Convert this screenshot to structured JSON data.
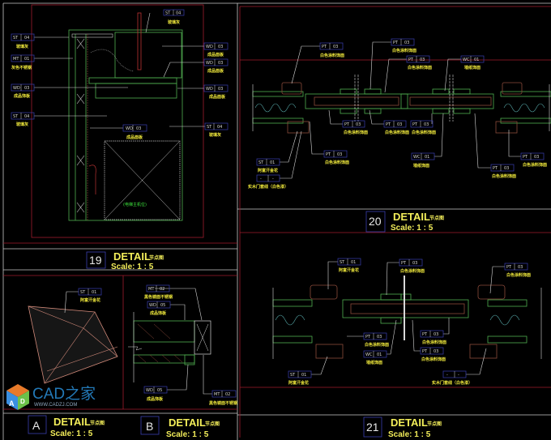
{
  "colors": {
    "background": "#000000",
    "frame": "#c8c8c8",
    "border_red": "#a01c2c",
    "structure_green": "#4fae4f",
    "wood_brown": "#8a4a3a",
    "leader": "#d8d8d8",
    "tag_box": "#3a3fb0",
    "caption_yellow": "#f0e93c",
    "note_green": "#3ee83e"
  },
  "details": [
    {
      "id": "19",
      "title": "DETAIL",
      "subtitle": "节点图",
      "scale": "Scale: 1 : 5"
    },
    {
      "id": "20",
      "title": "DETAIL",
      "subtitle": "节点图",
      "scale": "Scale: 1 : 5"
    },
    {
      "id": "A",
      "title": "DETAIL",
      "subtitle": "节点图",
      "scale": "Scale: 1 : 5"
    },
    {
      "id": "B",
      "title": "DETAIL",
      "subtitle": "节点图",
      "scale": "Scale: 1 : 5"
    },
    {
      "id": "21",
      "title": "DETAIL",
      "subtitle": "节点图",
      "scale": "Scale: 1 : 5"
    }
  ],
  "detail19": {
    "tags": [
      {
        "code": "ST",
        "num": "04",
        "caption": "玻璃灰"
      },
      {
        "code": "ST",
        "num": "04",
        "caption": "玻璃灰"
      },
      {
        "code": "MT",
        "num": "01",
        "caption": "灰色不锈钢"
      },
      {
        "code": "WD",
        "num": "03",
        "caption": "成品饰板"
      },
      {
        "code": "ST",
        "num": "04",
        "caption": "玻璃灰"
      },
      {
        "code": "WD",
        "num": "03",
        "caption": "成品面板"
      },
      {
        "code": "WD",
        "num": "03",
        "caption": "成品面板"
      },
      {
        "code": "WD",
        "num": "03",
        "caption": "成品面板"
      },
      {
        "code": "WD",
        "num": "03",
        "caption": "成品面板"
      },
      {
        "code": "ST",
        "num": "04",
        "caption": "玻璃灰"
      }
    ],
    "note": "(电梯主机位)"
  },
  "detail20": {
    "tags": [
      {
        "code": "PT",
        "num": "03",
        "caption": "白色涂料饰面"
      },
      {
        "code": "PT",
        "num": "03",
        "caption": "白色涂料饰面"
      },
      {
        "code": "PT",
        "num": "03",
        "caption": "白色涂料饰面"
      },
      {
        "code": "WC",
        "num": "01",
        "caption": "墙纸饰面"
      },
      {
        "code": "PT",
        "num": "03",
        "caption": "白色涂料饰面"
      },
      {
        "code": "PT",
        "num": "03",
        "caption": "白色涂料饰面"
      },
      {
        "code": "PT",
        "num": "03",
        "caption": "白色涂料饰面"
      },
      {
        "code": "PT",
        "num": "03",
        "caption": "白色涂料饰面"
      },
      {
        "code": "WC",
        "num": "01",
        "caption": "墙纸饰面"
      },
      {
        "code": "PT",
        "num": "03",
        "caption": "白色涂料饰面"
      },
      {
        "code": "PT",
        "num": "03",
        "caption": "白色涂料饰面"
      },
      {
        "code": "ST",
        "num": "01",
        "caption": "阿富汗金花"
      },
      {
        "code": "-",
        "num": "-",
        "caption": "实木门套线（白色漆）"
      }
    ]
  },
  "detailA": {
    "tags": [
      {
        "code": "ST",
        "num": "01",
        "caption": "阿富汗金花"
      }
    ]
  },
  "detailB": {
    "tags": [
      {
        "code": "MT",
        "num": "02",
        "caption": "黑色镜面不锈钢"
      },
      {
        "code": "WD",
        "num": "05",
        "caption": "成品饰板"
      },
      {
        "code": "WD",
        "num": "05",
        "caption": "成品饰板"
      },
      {
        "code": "MT",
        "num": "02",
        "caption": "黑色镜面不锈钢"
      }
    ]
  },
  "detail21": {
    "tags": [
      {
        "code": "ST",
        "num": "01",
        "caption": "阿富汗金花"
      },
      {
        "code": "PT",
        "num": "03",
        "caption": "白色涂料饰面"
      },
      {
        "code": "PT",
        "num": "03",
        "caption": "白色涂料饰面"
      },
      {
        "code": "PT",
        "num": "03",
        "caption": "白色涂料饰面"
      },
      {
        "code": "PT",
        "num": "03",
        "caption": "白色涂料饰面"
      },
      {
        "code": "WC",
        "num": "01",
        "caption": "墙纸饰面"
      },
      {
        "code": "PT",
        "num": "03",
        "caption": "白色涂料饰面"
      },
      {
        "code": "ST",
        "num": "01",
        "caption": "阿富汗金花"
      },
      {
        "code": "-",
        "num": "-",
        "caption": "实木门套线（白色漆）"
      }
    ]
  },
  "watermark": {
    "brand": "CAD之家",
    "url": "WWW.CADZJ.COM",
    "logo_letters": "AD"
  }
}
